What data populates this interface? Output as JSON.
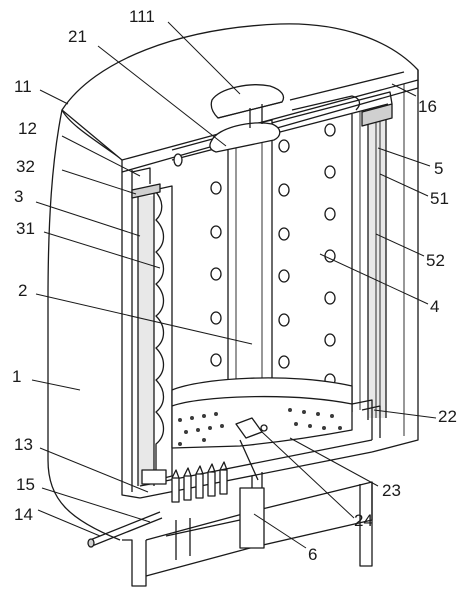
{
  "labels": [
    {
      "id": "111",
      "text": "111"
    },
    {
      "id": "21",
      "text": "21"
    },
    {
      "id": "11",
      "text": "11"
    },
    {
      "id": "16",
      "text": "16"
    },
    {
      "id": "12",
      "text": "12"
    },
    {
      "id": "5",
      "text": "5"
    },
    {
      "id": "32",
      "text": "32"
    },
    {
      "id": "51",
      "text": "51"
    },
    {
      "id": "3",
      "text": "3"
    },
    {
      "id": "31",
      "text": "31"
    },
    {
      "id": "52",
      "text": "52"
    },
    {
      "id": "2",
      "text": "2"
    },
    {
      "id": "4",
      "text": "4"
    },
    {
      "id": "1",
      "text": "1"
    },
    {
      "id": "22",
      "text": "22"
    },
    {
      "id": "13",
      "text": "13"
    },
    {
      "id": "23",
      "text": "23"
    },
    {
      "id": "15",
      "text": "15"
    },
    {
      "id": "24",
      "text": "24"
    },
    {
      "id": "14",
      "text": "14"
    },
    {
      "id": "6",
      "text": "6"
    }
  ]
}
